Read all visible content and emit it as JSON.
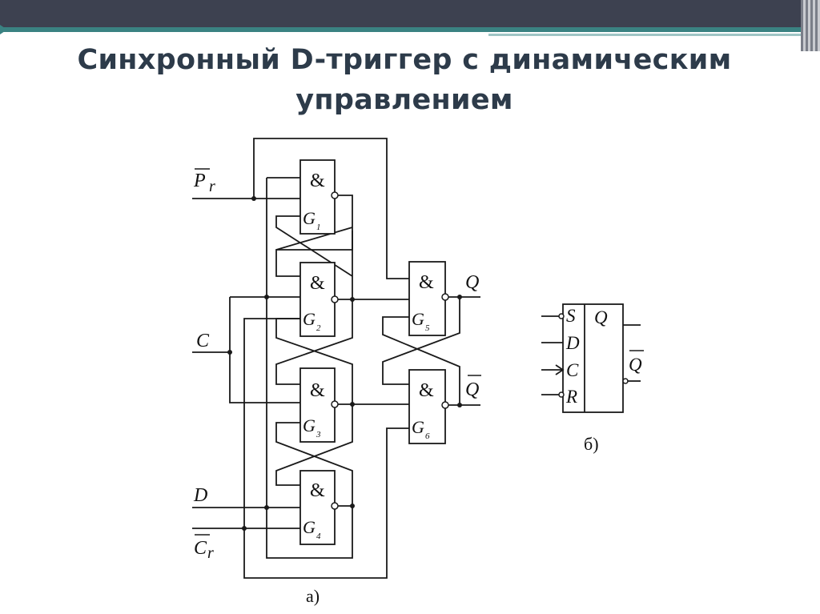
{
  "slide": {
    "title_line1": "Синхронный D-триггер с динамическим",
    "title_line2": "управлением"
  },
  "circuit_a": {
    "caption": "а)",
    "gate_symbol": "&",
    "gates": [
      {
        "letter": "G",
        "index": "1"
      },
      {
        "letter": "G",
        "index": "2"
      },
      {
        "letter": "G",
        "index": "3"
      },
      {
        "letter": "G",
        "index": "4"
      },
      {
        "letter": "G",
        "index": "5"
      },
      {
        "letter": "G",
        "index": "6"
      }
    ],
    "inputs": {
      "pr_main": "P",
      "pr_sub": "r",
      "c": "C",
      "d": "D",
      "cr_main": "C",
      "cr_sub": "r"
    },
    "outputs": {
      "q": "Q",
      "q_bar": "Q"
    }
  },
  "circuit_b": {
    "caption": "б)",
    "pins_left": [
      "S",
      "D",
      "C",
      "R"
    ],
    "pins_right": [
      "Q",
      "Q"
    ]
  },
  "colors": {
    "top_bar": "#3d4150",
    "accent": "#3a8282",
    "title": "#2d3b4a"
  }
}
